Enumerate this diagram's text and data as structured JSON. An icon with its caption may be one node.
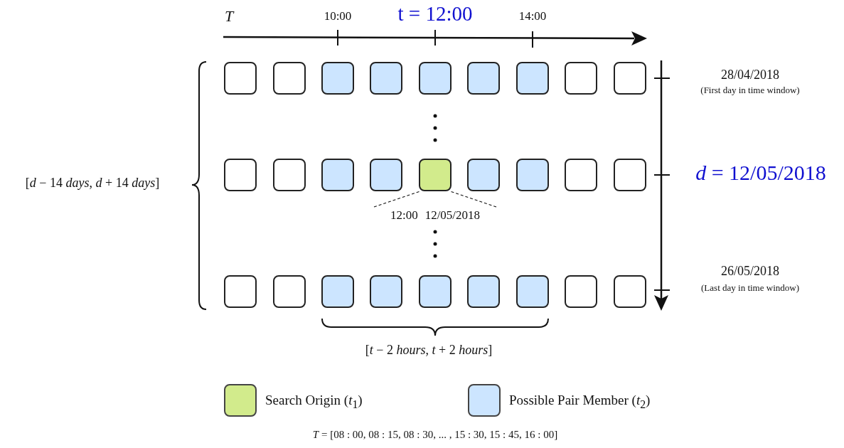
{
  "diagram": {
    "nodes": [
      {
        "text": [],
        "shape": "box"
      },
      {
        "text": [],
        "shape": "box"
      },
      {
        "text": [],
        "shape": "box"
      },
      {
        "text": [],
        "shape": "box"
      },
      {
        "text": [],
        "shape": "box"
      },
      {
        "text": [],
        "shape": "box"
      },
      {
        "text": [],
        "shape": "box"
      },
      {
        "text": [],
        "shape": "box"
      },
      {
        "text": [],
        "shape": "box"
      },
      {
        "text": [],
        "shape": "box"
      },
      {
        "text": [],
        "shape": "box"
      },
      {
        "text": [],
        "shape": "box"
      },
      {
        "text": [],
        "shape": "box"
      },
      {
        "text": [],
        "shape": "box"
      },
      {
        "text": [],
        "shape": "box"
      },
      {
        "text": [],
        "shape": "box"
      },
      {
        "text": [],
        "shape": "box"
      },
      {
        "text": [],
        "shape": "box"
      },
      {
        "text": [
          "12:00",
          "12/05/2018"
        ]
      },
      {
        "text": [],
        "shape": "box"
      },
      {
        "text": [],
        "shape": "box"
      },
      {
        "text": [],
        "shape": "box"
      },
      {
        "text": [],
        "shape": "box"
      },
      {
        "text": [],
        "shape": "box"
      },
      {
        "text": [],
        "shape": "box"
      },
      {
        "text": [],
        "shape": "box"
      },
      {
        "text": [],
        "shape": "box"
      },
      {
        "text": [],
        "shape": "box"
      }
    ],
    "edges": [
      {
        "from": 18,
        "to": 13,
        "arrow": "none",
        "style": "dashed"
      },
      {
        "from": 18,
        "to": 13,
        "arrow": "none",
        "style": "dashed"
      }
    ],
    "labels": [
      "*T*",
      "10:00",
      "t = 12:00",
      "14:00",
      "28/04/2018",
      "(First day in time window)",
      "[*d* − 14 *days*,  *d* + 14 *days*]",
      "*d* = 12/05/2018",
      "26/05/2018",
      "(Last day in time window)",
      "[*t* − 2 *hours*,  *t* + 2 *hours*]",
      "*T* = [08 : 00, 08 : 15, 08 : 30,  ... , 15 : 30, 15 : 45, 16 : 00]"
    ],
    "legend": [
      {
        "text": "Search Origin (*t*$_{1}$)",
        "color": "#d2eb8c"
      },
      {
        "text": "Possible Pair Member (*t*$_{2}$)",
        "color": "#cce5ff"
      }
    ]
  }
}
